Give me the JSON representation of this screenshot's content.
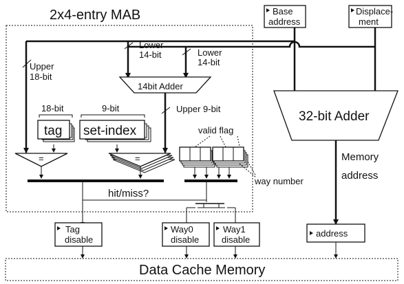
{
  "mab_title": "2x4-entry MAB",
  "registers": {
    "base": [
      "Base",
      "address"
    ],
    "displacement": [
      "Displace-",
      "ment"
    ],
    "address": "address",
    "tag_disable": [
      "Tag",
      "disable"
    ],
    "way0_disable": [
      "Way0",
      "disable"
    ],
    "way1_disable": [
      "Way1",
      "disable"
    ]
  },
  "labels": {
    "upper18": [
      "Upper",
      "18-bit"
    ],
    "lower14_a": [
      "Lower",
      "14-bit"
    ],
    "lower14_b": [
      "Lower",
      "14-bit"
    ],
    "adder14": "14bit Adder",
    "upper9": "Upper 9-bit",
    "bits18": "18-bit",
    "bits9": "9-bit",
    "tag": "tag",
    "set_index": "set-index",
    "valid_flag": "valid flag",
    "way_number": "way number",
    "hit_miss": "hit/miss?",
    "eq": "=",
    "adder32": "32-bit Adder",
    "memory_address": [
      "Memory",
      "address"
    ],
    "data_cache": "Data Cache Memory"
  }
}
